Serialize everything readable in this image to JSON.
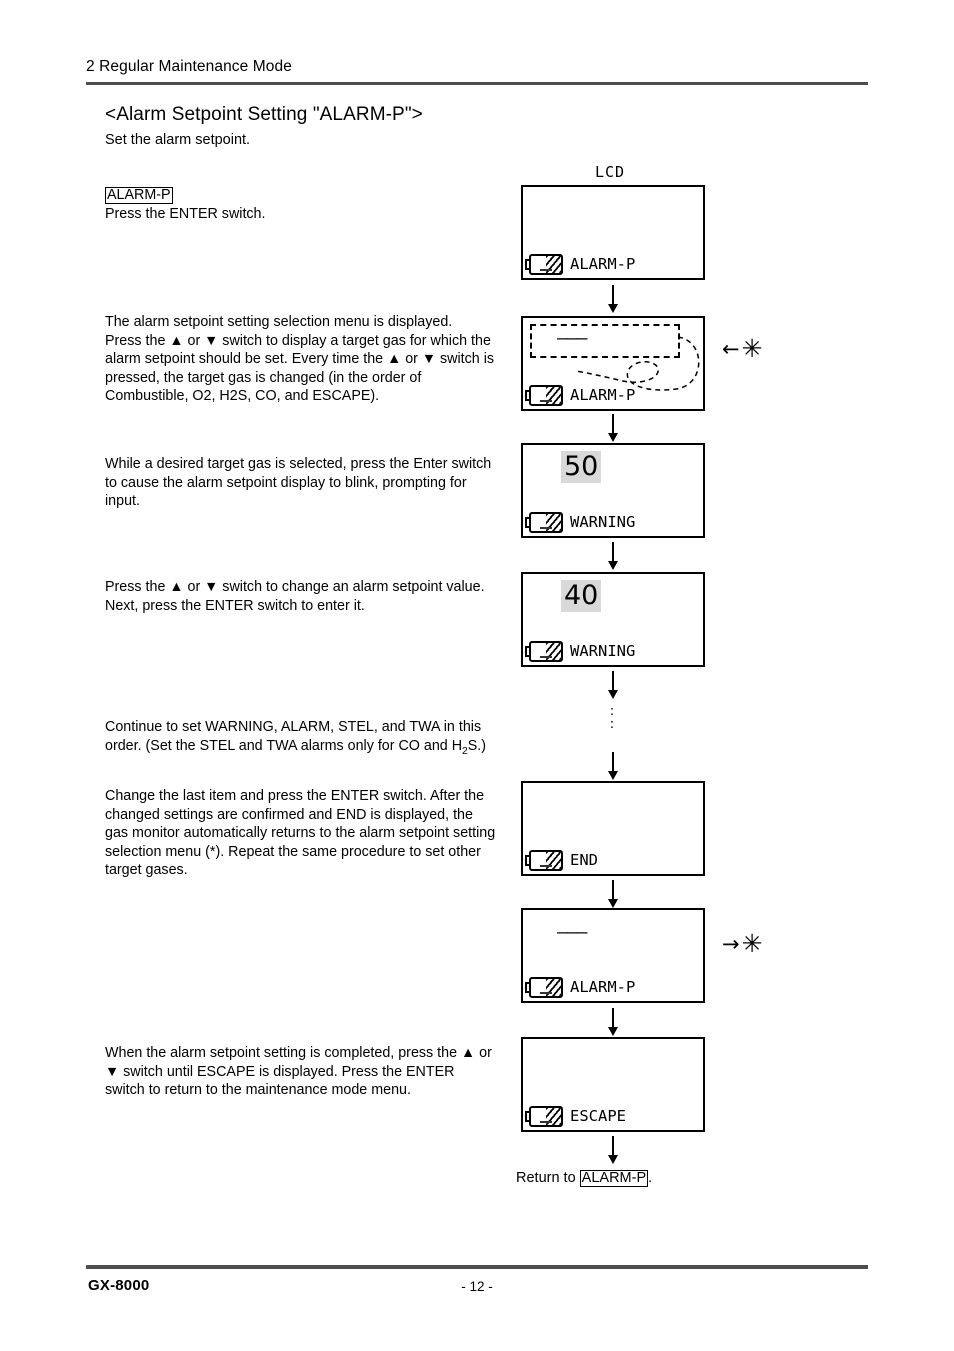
{
  "header": {
    "chapter_title": "2 Regular Maintenance Mode"
  },
  "footer": {
    "model": "GX-8000",
    "page_number": "- 12 -"
  },
  "section": {
    "title": "<Alarm Setpoint Setting \"ALARM-P\">",
    "subtitle": "Set the alarm setpoint."
  },
  "steps": [
    {
      "boxed_label": "ALARM-P",
      "text": "Press the ENTER switch."
    },
    {
      "text": "The alarm setpoint setting selection menu is displayed.\nPress the ▲ or ▼ switch to display a target gas for which the alarm setpoint should be set. Every time the ▲ or ▼ switch is pressed, the target gas is changed (in the order of Combustible, O2, H2S, CO, and ESCAPE)."
    },
    {
      "text": "While a desired target gas is selected, press the Enter switch to cause the alarm setpoint display to blink, prompting for input."
    },
    {
      "text": "Press the ▲ or ▼ switch to change an alarm setpoint value. Next, press the ENTER switch to enter it."
    },
    {
      "text_pre": "Continue to set WARNING, ALARM, STEL, and TWA in this order. (Set the STEL and TWA alarms only for CO and H",
      "subscript": "2",
      "text_post": "S.)"
    },
    {
      "text": "Change the last item and press the ENTER switch. After the changed settings are confirmed and END is displayed, the gas monitor automatically returns to the alarm setpoint setting selection menu (*). Repeat the same procedure to set other target gases."
    },
    {
      "text": "When the alarm setpoint setting is completed, press the ▲ or ▼ switch until ESCAPE is displayed. Press the ENTER switch to return to the maintenance mode menu."
    }
  ],
  "diagram": {
    "lcd_caption": "LCD",
    "panels": [
      {
        "id": "alarm-p-initial",
        "status": "ALARM-P",
        "value": "",
        "dashes": "",
        "selection_frame": false,
        "loop": false,
        "marker": ""
      },
      {
        "id": "alarm-p-select",
        "status": "ALARM-P",
        "value": "",
        "dashes": "———",
        "selection_frame": true,
        "loop": true,
        "marker_arrow": "←",
        "marker_star": "✳"
      },
      {
        "id": "warning-50",
        "status": "WARNING",
        "value": "50",
        "dashes": "",
        "selection_frame": false,
        "loop": false,
        "marker": ""
      },
      {
        "id": "warning-40",
        "status": "WARNING",
        "value": "40",
        "dashes": "",
        "selection_frame": false,
        "loop": false,
        "marker": ""
      },
      {
        "id": "end",
        "status": "END",
        "value": "",
        "dashes": "",
        "selection_frame": false,
        "loop": false,
        "marker": ""
      },
      {
        "id": "alarm-p-return",
        "status": "ALARM-P",
        "value": "",
        "dashes": "———",
        "selection_frame": false,
        "loop": false,
        "marker_arrow": "→",
        "marker_star": "✳"
      },
      {
        "id": "escape",
        "status": "ESCAPE",
        "value": "",
        "dashes": "",
        "selection_frame": false,
        "loop": false,
        "marker": ""
      }
    ],
    "ellipsis_dots": ":",
    "return_text_pre": "Return to ",
    "return_boxed": "ALARM-P",
    "return_text_post": "."
  }
}
